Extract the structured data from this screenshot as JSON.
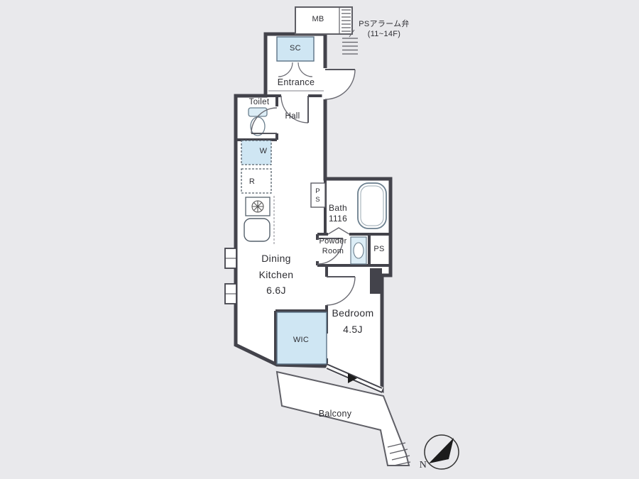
{
  "colors": {
    "background": "#e9e9ec",
    "wall": "#43434b",
    "room_fill": "#ffffff",
    "closet_blue": "#cfe6f3",
    "fixture_blue": "#dcedf6",
    "thin_line": "#5f5f66",
    "text": "#2e2e33",
    "north_needle": "#1c1c1c"
  },
  "labels": {
    "mb": "MB",
    "ps_alarm_1": "PSアラーム弁",
    "ps_alarm_2": "(11~14F)",
    "sc": "SC",
    "entrance": "Entrance",
    "toilet": "Toilet",
    "hall": "Hall",
    "washer": "W",
    "fridge": "R",
    "ps_left": "PS",
    "bath_name": "Bath",
    "bath_size": "1116",
    "powder_1": "Powder",
    "powder_2": "Room",
    "ps_right": "PS",
    "dk_1": "Dining",
    "dk_2": "Kitchen",
    "dk_size": "6.6J",
    "bedroom_name": "Bedroom",
    "bedroom_size": "4.5J",
    "wic": "WIC",
    "balcony": "Balcony",
    "north": "N"
  },
  "rooms": [
    {
      "label": "Dining Kitchen",
      "size": "6.6J"
    },
    {
      "label": "Bedroom",
      "size": "4.5J"
    },
    {
      "label": "Bath",
      "size": "1116"
    },
    {
      "label": "Powder Room",
      "size": ""
    },
    {
      "label": "Toilet",
      "size": ""
    },
    {
      "label": "Hall",
      "size": ""
    },
    {
      "label": "Entrance",
      "size": ""
    },
    {
      "label": "WIC",
      "size": ""
    },
    {
      "label": "SC",
      "size": ""
    },
    {
      "label": "Balcony",
      "size": ""
    }
  ]
}
